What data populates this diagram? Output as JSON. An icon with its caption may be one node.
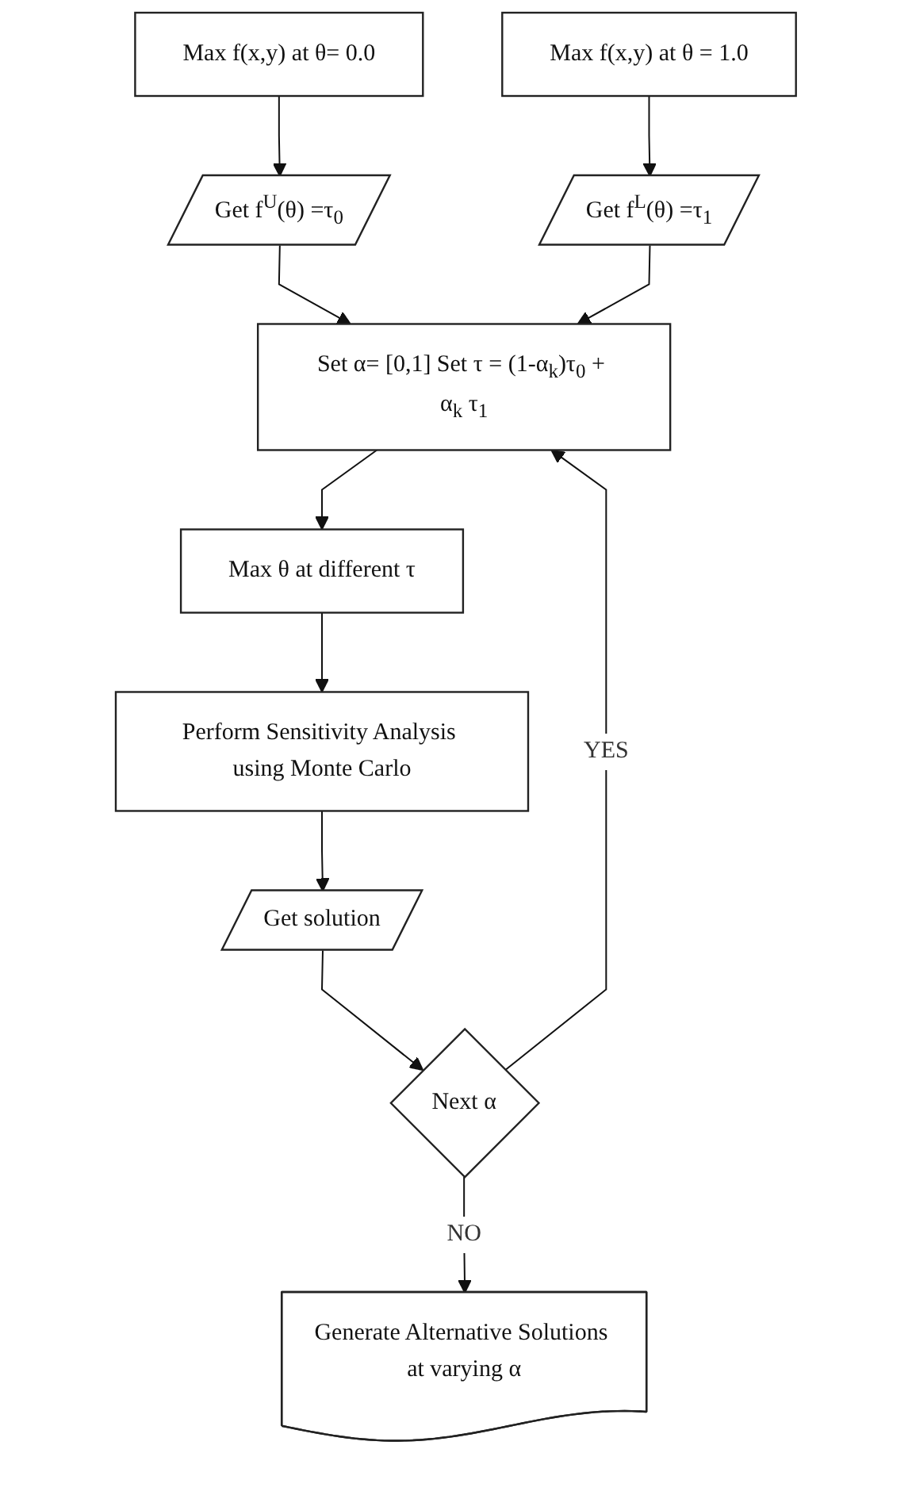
{
  "diagram": {
    "nodes": [
      {
        "text": [
          "Max f(x,y) at θ= 0.0"
        ]
      },
      {
        "text": [
          "Max f(x,y) at θ = 1.0"
        ]
      },
      {
        "text": [
          "Get f$^{U}$(θ) =τ$_{0}$"
        ]
      },
      {
        "text": [
          "Get f$^{L}$(θ) =τ$_{1}$"
        ]
      },
      {
        "text": [
          "Set α= [0,1] Set τ = (1-α$_{k}$)τ$_{0}$ + α$_{k}$ τ$_{1}$"
        ]
      },
      {
        "text": [
          "Max θ at different τ"
        ]
      },
      {
        "text": [
          "Perform Sensitivity Analysis using Monte Carlo"
        ]
      },
      {
        "text": [
          "Get solution"
        ]
      },
      {
        "text": [
          "Next α"
        ]
      },
      {
        "text": [
          "Generate Alternative Solutions at varying α"
        ]
      }
    ],
    "edges": [
      {
        "from": 0,
        "to": 2,
        "arrow": "to"
      },
      {
        "from": 1,
        "to": 3,
        "arrow": "to"
      },
      {
        "from": 2,
        "to": 4,
        "arrow": "to"
      },
      {
        "from": 3,
        "to": 4,
        "arrow": "to"
      },
      {
        "from": 4,
        "to": 5,
        "arrow": "to"
      },
      {
        "from": 5,
        "to": 6,
        "arrow": "to"
      },
      {
        "from": 6,
        "to": 7,
        "arrow": "to"
      },
      {
        "from": 7,
        "to": 8,
        "arrow": "to"
      },
      {
        "from": 8,
        "to": 4,
        "label": "YES",
        "arrow": "to"
      },
      {
        "from": 8,
        "to": 9,
        "label": "NO",
        "arrow": "to"
      }
    ]
  }
}
